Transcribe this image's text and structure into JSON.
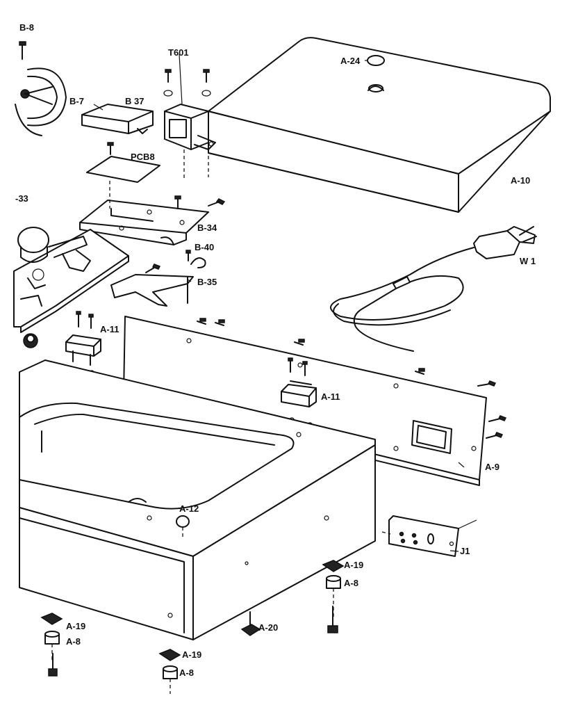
{
  "labels": {
    "b8_top": "B-8",
    "t601": "T601",
    "a24": "A-24",
    "b7": "B-7",
    "b37": "B 37",
    "pcb8": "PCB8",
    "b33": "-33",
    "a10": "A-10",
    "b34": "B-34",
    "b40": "B-40",
    "b35": "B-35",
    "w1": "W 1",
    "a11_left": "A-11",
    "a11_right": "A-11",
    "a9": "A-9",
    "a12": "A-12",
    "j1": "J1",
    "a19_right": "A-19",
    "a8_right": "A-8",
    "a19_left": "A-19",
    "a8_left": "A-8",
    "a20": "A-20",
    "a19_bottom": "A-19",
    "a8_bottom": "A-8"
  }
}
